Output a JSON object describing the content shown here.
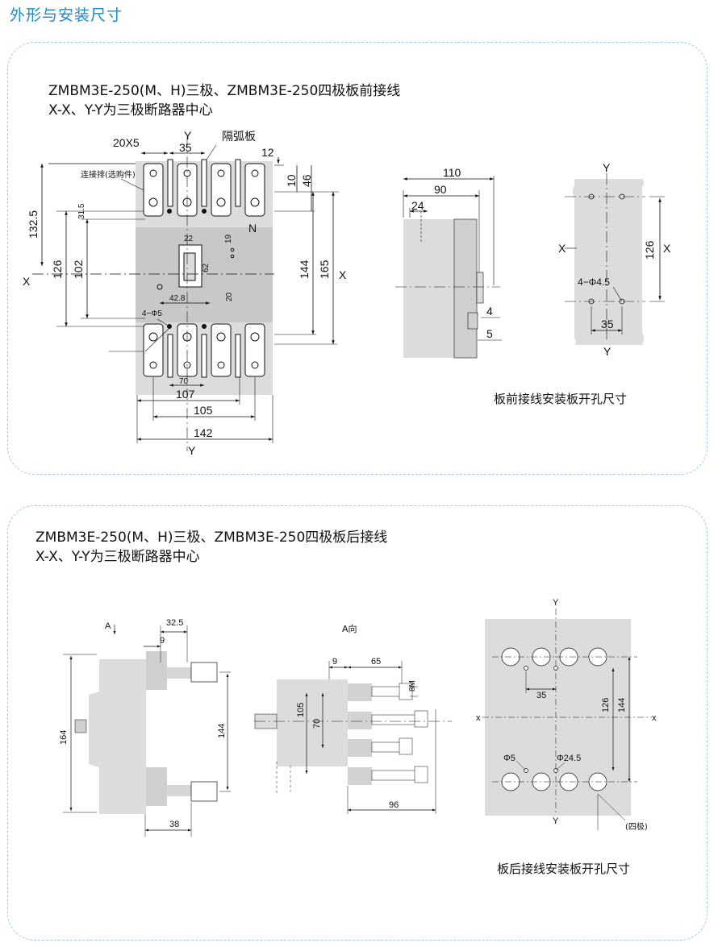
{
  "page": {
    "title": "外形与安装尺寸"
  },
  "front_wiring": {
    "heading_line1": "ZMBM3E-250(M、H)三极、ZMBM3E-250四极板前接线",
    "heading_line2": "X-X、Y-Y为三极断路器中心",
    "main_view": {
      "label_20x5": "20X5",
      "label_y_top": "Y",
      "label_35": "35",
      "label_arc_plate": "隔弧板",
      "label_12": "12",
      "label_connector": "连接排(选购件)",
      "label_10": "10",
      "label_46": "46",
      "label_132_5": "132.5",
      "label_31_5": "31.5",
      "label_n": "N",
      "label_22": "22",
      "label_19": "19",
      "label_x_left": "X",
      "label_126": "126",
      "label_102": "102",
      "label_62": "62",
      "label_144": "144",
      "label_165": "165",
      "label_x_right": "X",
      "label_42_8": "42.8",
      "label_20": "20",
      "label_4_phi5": "4−Φ5",
      "label_70": "70",
      "label_107": "107",
      "label_105": "105",
      "label_142": "142",
      "label_y_bottom": "Y"
    },
    "side_view": {
      "label_110": "110",
      "label_90": "90",
      "label_24": "24",
      "label_4": "4",
      "label_5": "5"
    },
    "panel_cutout": {
      "label_y_top": "Y",
      "label_x_left": "X",
      "label_126": "126",
      "label_x_right": "X",
      "label_holes": "4−Φ4.5",
      "label_35": "35",
      "label_y_bottom": "Y"
    },
    "caption": "板前接线安装板开孔尺寸"
  },
  "rear_wiring": {
    "heading_line1": "ZMBM3E-250(M、H)三极、ZMBM3E-250四极板后接线",
    "heading_line2": "X-X、Y-Y为三极断路器中心",
    "side_view": {
      "label_a": "A",
      "label_32_5": "32.5",
      "label_9": "9",
      "label_164": "164",
      "label_144": "144",
      "label_38": "38"
    },
    "a_view": {
      "label_a_dir": "A向",
      "label_9": "9",
      "label_65": "65",
      "label_8m": "8M",
      "label_105": "105",
      "label_70": "70",
      "label_96": "96"
    },
    "cutout": {
      "label_y_top": "Y",
      "label_35": "35",
      "label_126": "126",
      "label_144": "144",
      "label_x_left": "x",
      "label_x_right": "x",
      "label_phi5": "Φ5",
      "label_phi24_5": "Φ24.5",
      "label_y_bottom": "Y",
      "label_four_pole": "(四极)"
    },
    "caption": "板后接线安装板开孔尺寸"
  },
  "colors": {
    "title": "#1a8bd0",
    "border": "#9ec9e8",
    "body_fill": "#d9d9d9",
    "line": "#111111"
  }
}
